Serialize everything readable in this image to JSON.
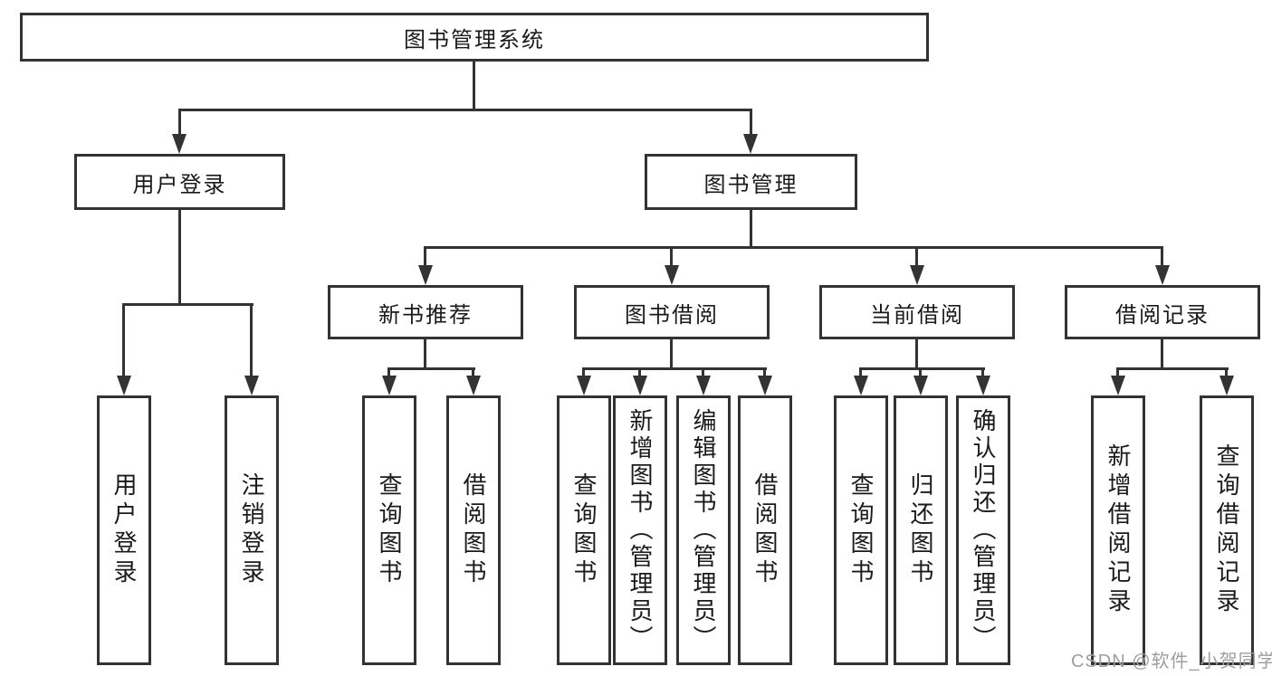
{
  "diagram": {
    "root": {
      "label": "图书管理系统"
    },
    "level2": [
      {
        "id": "user-login",
        "label": "用户登录"
      },
      {
        "id": "book-management",
        "label": "图书管理"
      }
    ],
    "level3": [
      {
        "id": "new-book-recommendation",
        "label": "新书推荐"
      },
      {
        "id": "book-borrowing",
        "label": "图书借阅"
      },
      {
        "id": "current-borrowing",
        "label": "当前借阅"
      },
      {
        "id": "borrowing-records",
        "label": "借阅记录"
      }
    ],
    "leaves": [
      {
        "id": "user-login-leaf",
        "parent": "user-login",
        "label": "用户登录"
      },
      {
        "id": "logout-login",
        "parent": "user-login",
        "label": "注销登录"
      },
      {
        "id": "query-books-newrec",
        "parent": "new-book-recommendation",
        "label": "查询图书"
      },
      {
        "id": "borrow-books-newrec",
        "parent": "new-book-recommendation",
        "label": "借阅图书"
      },
      {
        "id": "query-books-borrowing",
        "parent": "book-borrowing",
        "label": "查询图书"
      },
      {
        "id": "add-books-admin",
        "parent": "book-borrowing",
        "label": "新增图书（管理员）"
      },
      {
        "id": "edit-books-admin",
        "parent": "book-borrowing",
        "label": "编辑图书（管理员）"
      },
      {
        "id": "borrow-books-borrowing",
        "parent": "book-borrowing",
        "label": "借阅图书"
      },
      {
        "id": "query-books-current",
        "parent": "current-borrowing",
        "label": "查询图书"
      },
      {
        "id": "return-books",
        "parent": "current-borrowing",
        "label": "归还图书"
      },
      {
        "id": "confirm-return-admin",
        "parent": "current-borrowing",
        "label": "确认归还（管理员）"
      },
      {
        "id": "add-borrow-record",
        "parent": "borrowing-records",
        "label": "新增借阅记录"
      },
      {
        "id": "query-borrow-record",
        "parent": "borrowing-records",
        "label": "查询借阅记录"
      }
    ]
  },
  "watermark": {
    "text": "CSDN @软件_小贺同学"
  },
  "colors": {
    "line": "#333333",
    "text": "#1a1a1a",
    "watermark": "#9e9e9e",
    "background": "#ffffff"
  }
}
